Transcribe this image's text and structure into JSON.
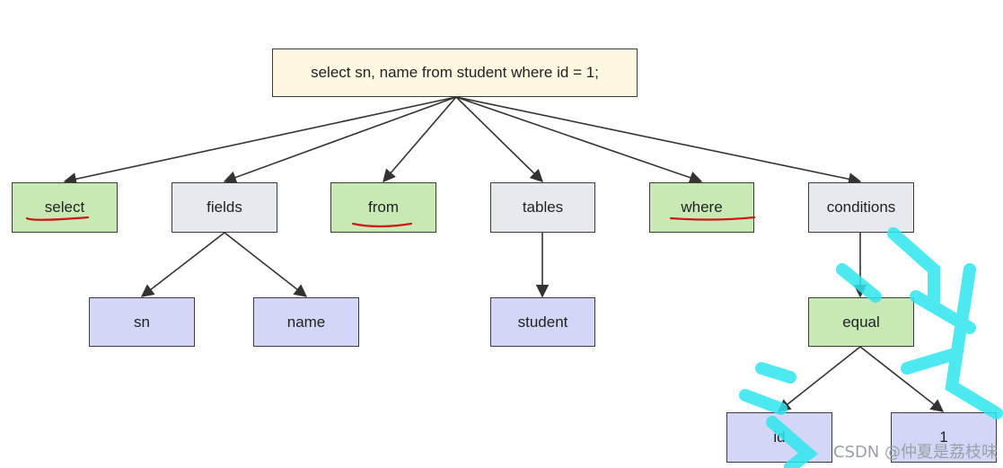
{
  "diagram": {
    "root": "select sn, name from student where id = 1;",
    "nodes": {
      "select": "select",
      "fields": "fields",
      "from": "from",
      "tables": "tables",
      "where": "where",
      "conditions": "conditions",
      "sn": "sn",
      "name": "name",
      "student": "student",
      "equal": "equal",
      "id": "id",
      "one": "1"
    },
    "colors": {
      "root": "#fdf8e1",
      "keyword": "#c8e9b4",
      "group": "#e6e9ed",
      "leaf": "#d3d6f6",
      "edge": "#333333",
      "underline": "#d01818",
      "watermark": "#2ee6ef"
    }
  },
  "watermark": {
    "text": "CSDN @仲夏是荔枝味"
  }
}
